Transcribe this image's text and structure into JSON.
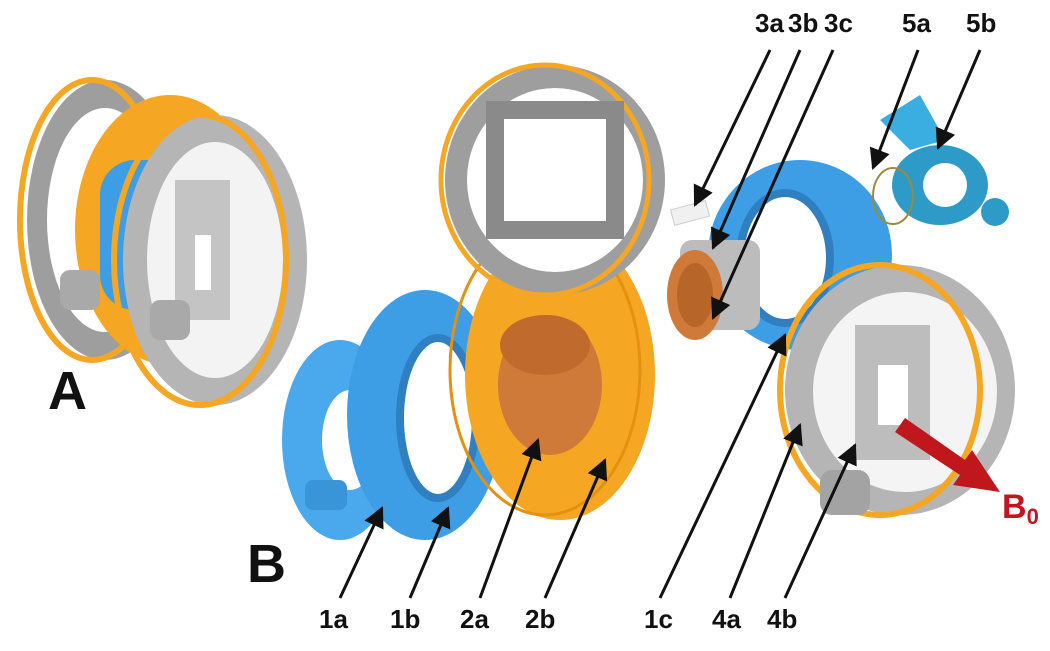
{
  "panels": {
    "a": "A",
    "b": "B"
  },
  "callouts": {
    "c1a": "1a",
    "c1b": "1b",
    "c2a": "2a",
    "c2b": "2b",
    "c1c": "1c",
    "c4a": "4a",
    "c4b": "4b",
    "c3a": "3a",
    "c3b": "3b",
    "c3c": "3c",
    "c5a": "5a",
    "c5b": "5b"
  },
  "field": {
    "symbol": "B",
    "subscript": "0"
  },
  "colors": {
    "blue": "#3d9ee6",
    "orange": "#f5a623",
    "gray": "#a9a9a9",
    "copper": "#d07a3a",
    "arrow": "#c0171d"
  }
}
